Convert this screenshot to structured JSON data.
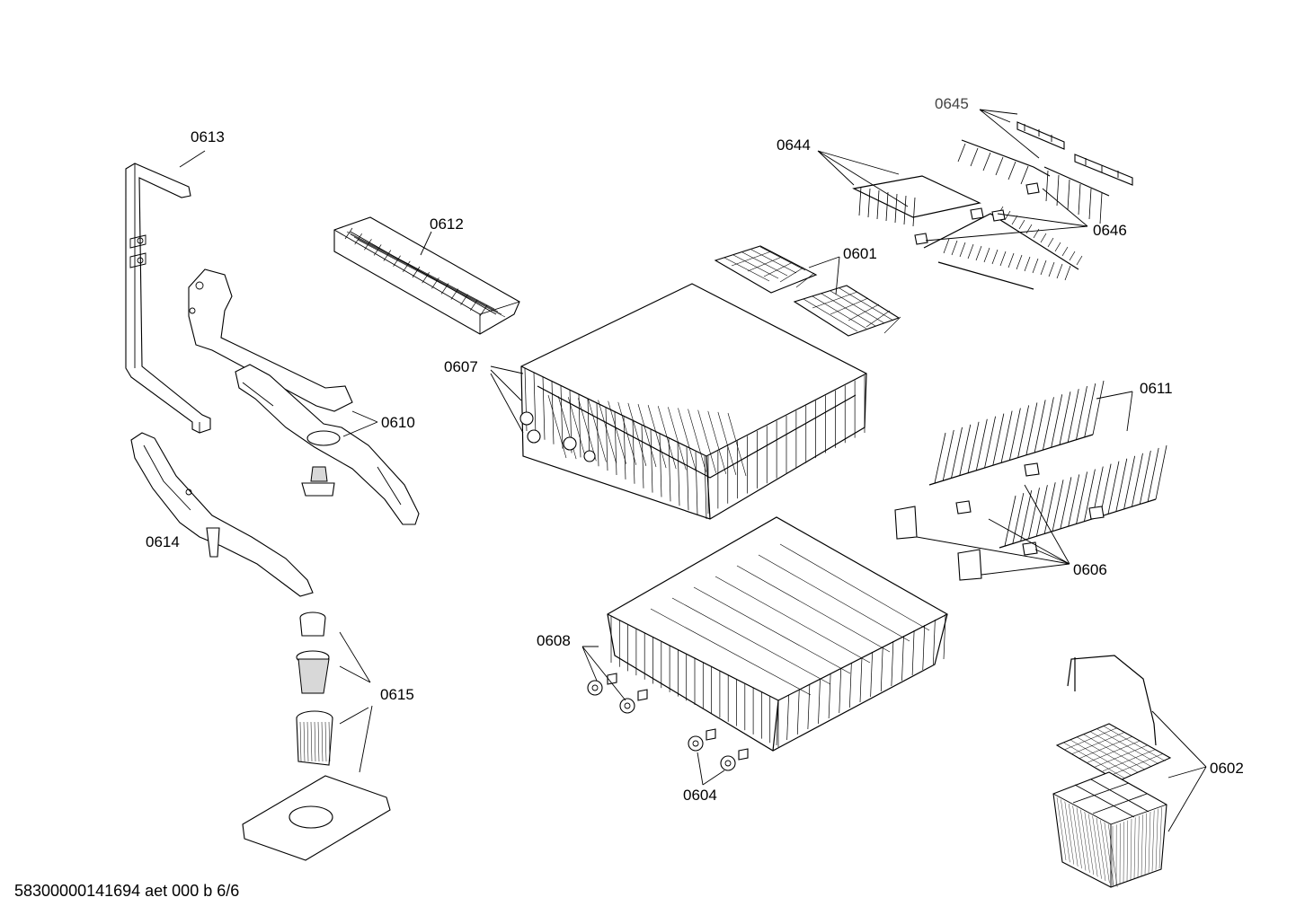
{
  "labels": {
    "l0613": "0613",
    "l0612": "0612",
    "l0610": "0610",
    "l0614": "0614",
    "l0615": "0615",
    "l0607": "0607",
    "l0601": "0601",
    "l0644": "0644",
    "l0645": "0645",
    "l0646": "0646",
    "l0611": "0611",
    "l0606": "0606",
    "l0608": "0608",
    "l0604": "0604",
    "l0602": "0602"
  },
  "footer": "58300000141694 aet 000 b 6/6"
}
